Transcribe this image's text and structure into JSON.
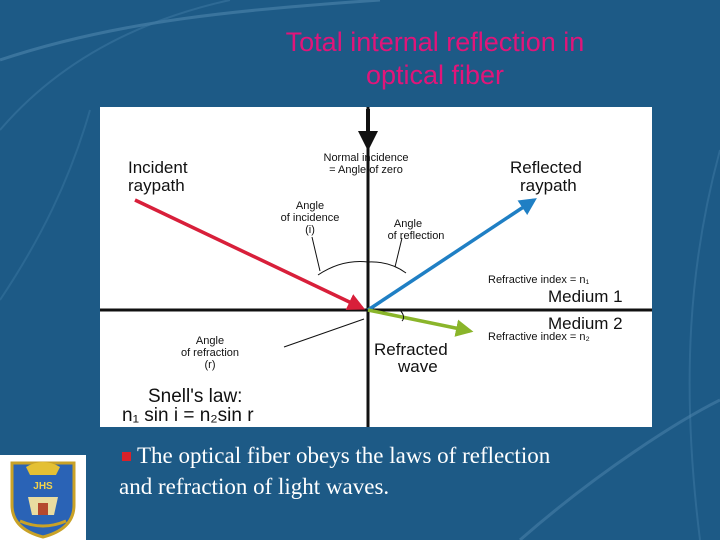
{
  "slide": {
    "title_line1": "Total internal reflection in",
    "title_line2": "optical fiber",
    "caption_line1": "The optical fiber obeys the laws of reflection",
    "caption_line2": "and refraction of light  waves.",
    "logo_text": "JHS"
  },
  "diagram": {
    "normal_incidence_line1": "Normal incidence",
    "normal_incidence_line2": "= Angle of zero",
    "incident_line1": "Incident",
    "incident_line2": "raypath",
    "reflected_line1": "Reflected",
    "reflected_line2": "raypath",
    "angle_incidence_line1": "Angle",
    "angle_incidence_line2": "of incidence",
    "angle_incidence_line3": "(i)",
    "angle_reflection_line1": "Angle",
    "angle_reflection_line2": "of reflection",
    "ri_1": "Refractive index = n₁",
    "medium_1": "Medium 1",
    "medium_2": "Medium 2",
    "ri_2": "Refractive index = n₂",
    "angle_refraction_line1": "Angle",
    "angle_refraction_line2": "of refraction",
    "angle_refraction_line3": "(r)",
    "refracted_line1": "Refracted",
    "refracted_line2": "wave",
    "snell_line1": "Snell's law:",
    "snell_line2": "n₁ sin i = n₂sin r"
  },
  "colors": {
    "title": "#e0157a",
    "background": "#1d5a86",
    "incident_ray": "#d81f3a",
    "reflected_ray": "#1f7fc4",
    "refracted_ray": "#8ab52a",
    "bullet": "#d8212a"
  }
}
